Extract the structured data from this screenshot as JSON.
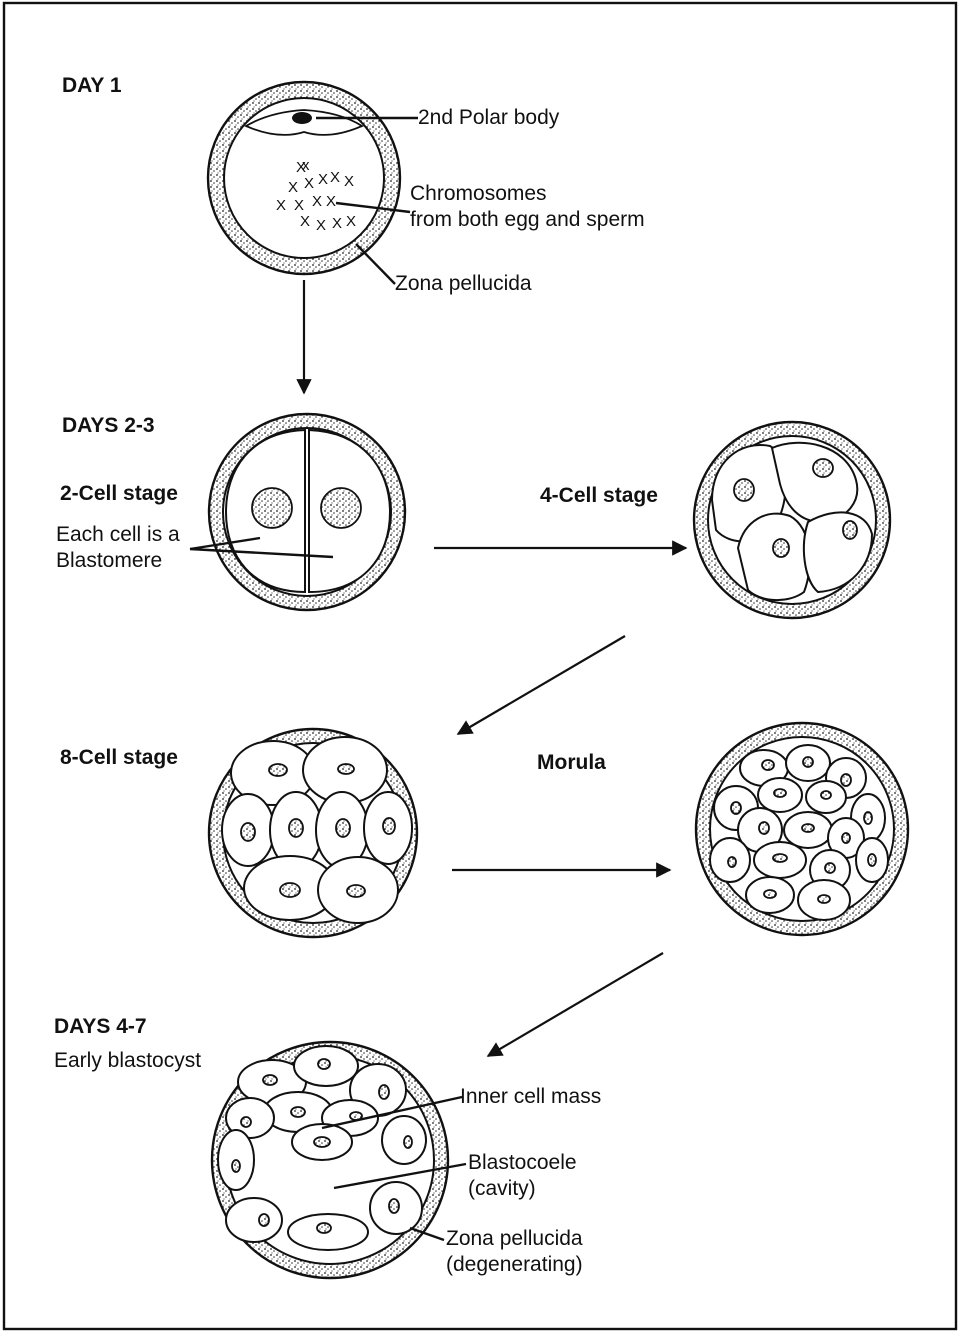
{
  "stages": {
    "day1": "DAY 1",
    "days2_3": "DAYS 2-3",
    "days4_7": "DAYS 4-7"
  },
  "stage_labels": {
    "two_cell": "2-Cell stage",
    "four_cell": "4-Cell stage",
    "eight_cell": "8-Cell stage",
    "morula": "Morula",
    "early_blastocyst": "Early blastocyst"
  },
  "annotations": {
    "polar_body": "2nd Polar body",
    "chromosomes_line1": "Chromosomes",
    "chromosomes_line2": "from both egg and sperm",
    "zona_pellucida": "Zona pellucida",
    "blastomere_line1": "Each cell is a",
    "blastomere_line2": "Blastomere",
    "inner_cell_mass": "Inner cell mass",
    "blastocoele_line1": "Blastocoele",
    "blastocoele_line2": "(cavity)",
    "zona_degen_line1": "Zona pellucida",
    "zona_degen_line2": "(degenerating)"
  }
}
